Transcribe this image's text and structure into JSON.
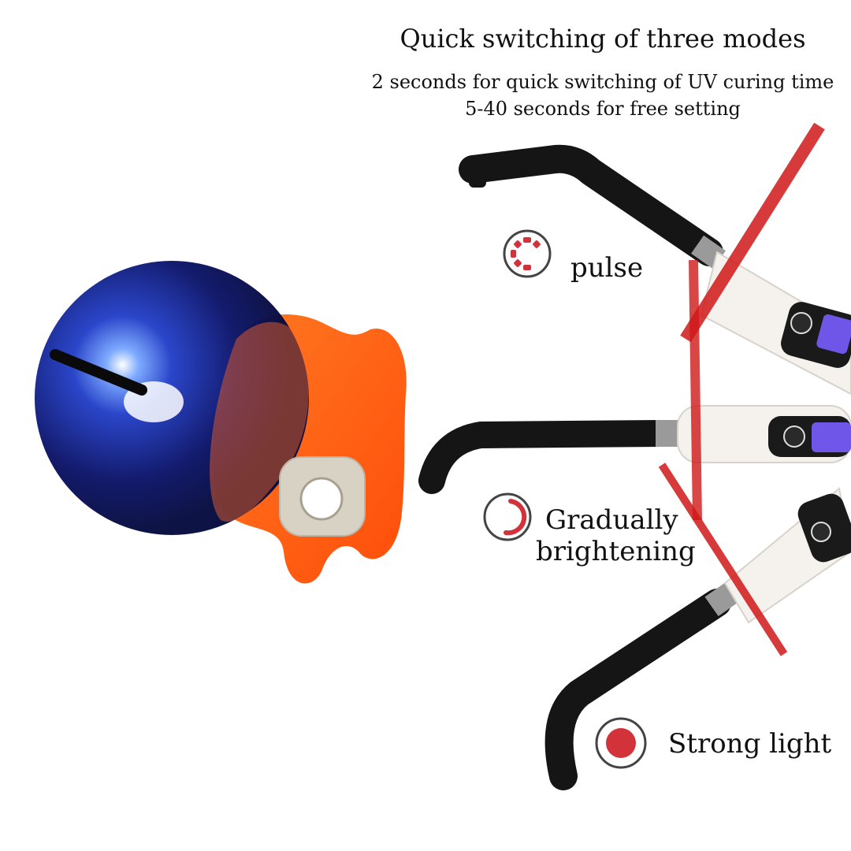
{
  "header": {
    "title": "Quick switching of three modes",
    "subtitle_line1": "2 seconds for quick switching of UV curing time",
    "subtitle_line2": "5-40 seconds for free setting"
  },
  "modes": [
    {
      "label": "pulse",
      "icon": "pulse-mode-icon"
    },
    {
      "label_line1": "Gradually",
      "label_line2": "brightening",
      "icon": "gradual-mode-icon"
    },
    {
      "label": "Strong light",
      "icon": "strong-light-mode-icon"
    }
  ],
  "colors": {
    "accent_red": "#d2323a",
    "shield_orange": "#ff5a14",
    "light_blue": "#1a2a9a",
    "wand_black": "#151515"
  }
}
